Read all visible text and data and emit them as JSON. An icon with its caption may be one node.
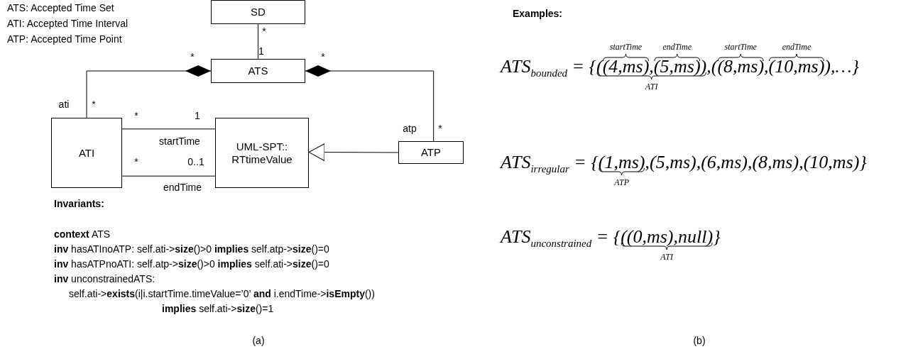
{
  "diagram": {
    "nodes": [
      {
        "text": [
          "SD"
        ]
      },
      {
        "text": [
          "ATS"
        ]
      },
      {
        "text": [
          "ATI"
        ]
      },
      {
        "text": [
          "UML-SPT:: RTtimeValue"
        ]
      },
      {
        "text": [
          "ATP"
        ]
      }
    ],
    "edges": [
      {
        "from": 0,
        "to": 1,
        "arrow": "none"
      },
      {
        "from": 1,
        "to": 2,
        "arrow": "other",
        "label": "ati"
      },
      {
        "from": 1,
        "to": 4,
        "arrow": "other",
        "label": "atp"
      },
      {
        "from": 2,
        "to": 3,
        "arrow": "none",
        "label": "startTime"
      },
      {
        "from": 2,
        "to": 3,
        "arrow": "none",
        "label": "endTime"
      },
      {
        "from": 4,
        "to": 3,
        "arrow": "to"
      }
    ],
    "labels": [
      "ATS: Accepted Time Set",
      "ATI: Accepted Time Interval",
      "ATP: Accepted Time Point",
      "*",
      "1",
      "*",
      "*",
      "*",
      "*",
      "1",
      "*",
      "*",
      "0..1",
      "Invariants:",
      "**context** ATS",
      "**inv** hasATInoATP: self.ati->**size**()>0 **implies** self.atp->**size**()=0",
      "**inv** hasATPnoATI: self.atp->**size**()>0 **implies** self.ati->**size**()=0",
      "**inv** unconstrainedATS:",
      "self.ati->**exists**(i|i.startTime.timeValue=’0’ **and** i.endTime->**isEmpty**())",
      "**implies** self.ati->**size**()=1",
      "(a)",
      "Examples:",
      "ATS$_{bounded}$ = {((4,ms),(5,ms)),((8,ms),(10,ms)),…}",
      "startTime",
      "endTime",
      "startTime",
      "endTime",
      "ATI",
      "ATS$_{irregular}$ = {(1,ms),(5,ms),(6,ms),(8,ms),(10,ms)}",
      "ATP",
      "ATS$_{unconstrained}$ = {((0,ms),null)}",
      "ATI",
      "(b)"
    ]
  }
}
